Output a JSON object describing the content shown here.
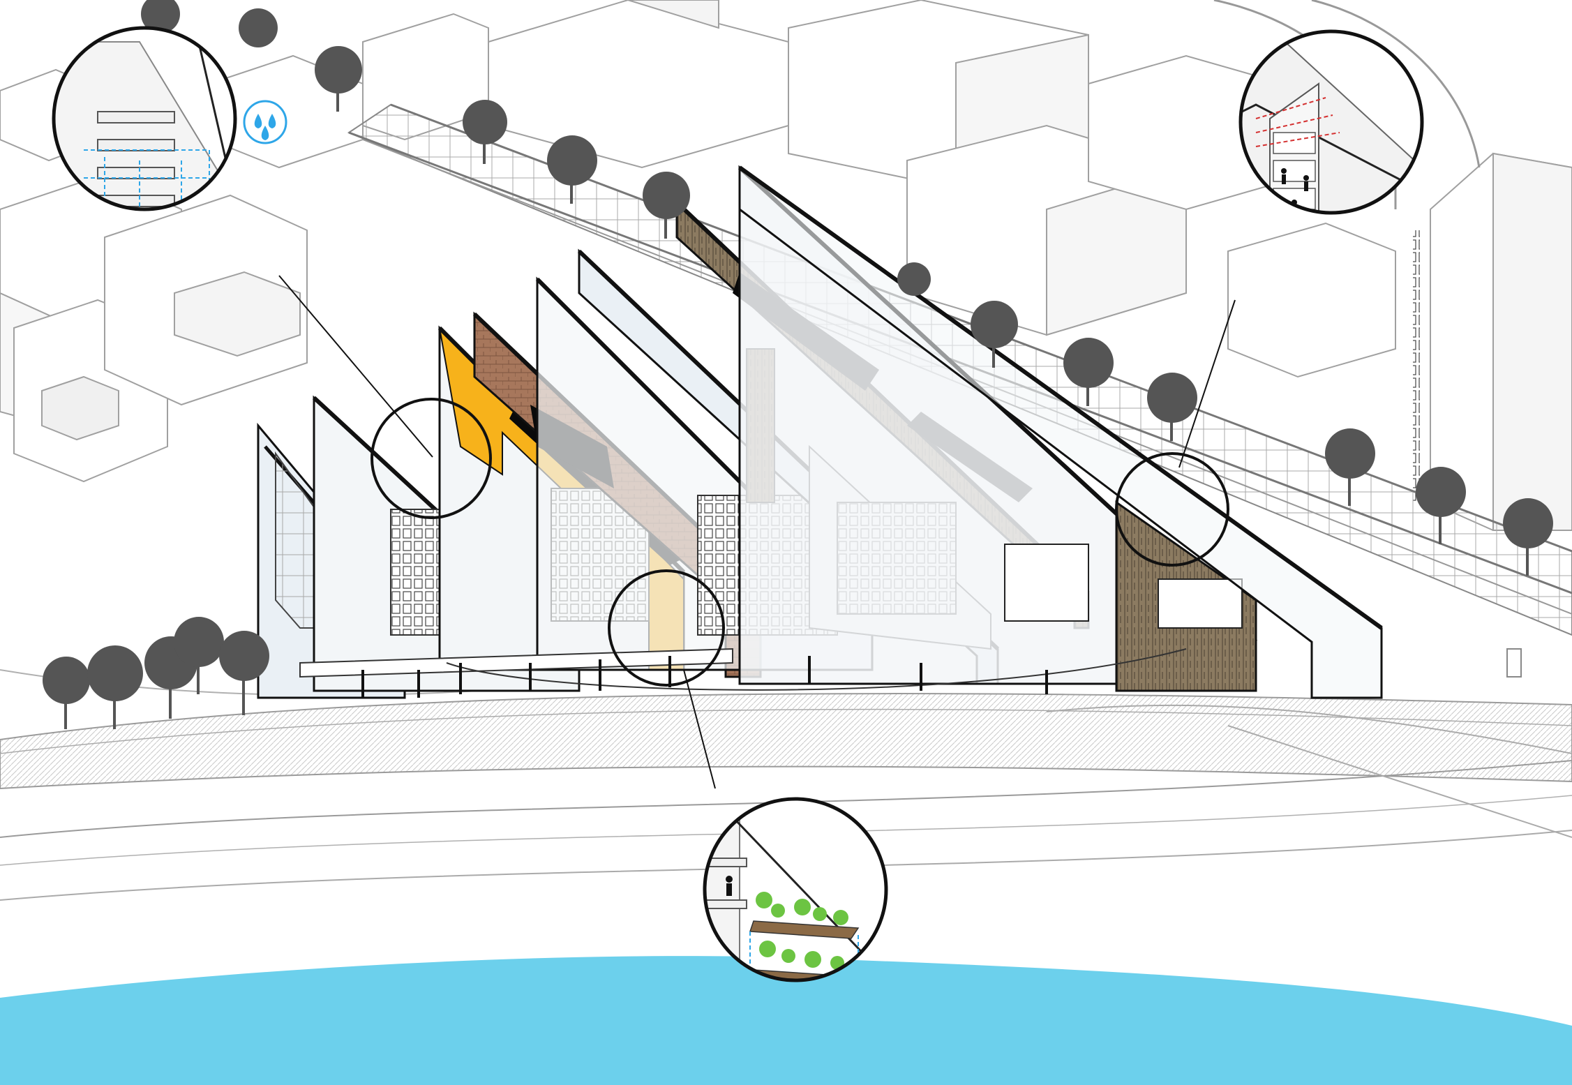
{
  "diagram": {
    "colors": {
      "background": "#ffffff",
      "water": "#6cd0ec",
      "line": "#111111",
      "context_line": "#9a9a9a",
      "panel_white": "#f3f6f8",
      "panel_ice": "#eaf0f5",
      "accent_yellow": "#f7b21b",
      "brick": "#a7775c",
      "stone": "#8c7b61",
      "solar_black": "#0a0a0a",
      "tree": "#555555",
      "green": "#6cc442",
      "rain_blue": "#3aa8e0",
      "dimension_blue": "#2ea6e8",
      "dimension_red": "#d43030"
    },
    "callouts": [
      {
        "name": "rainwater-detail",
        "icon": "water-drops-icon"
      },
      {
        "name": "cross-ventilation-detail",
        "icon": "ventilation-arrows-icon"
      },
      {
        "name": "vertical-garden-detail",
        "icon": "plant-icon"
      }
    ]
  }
}
